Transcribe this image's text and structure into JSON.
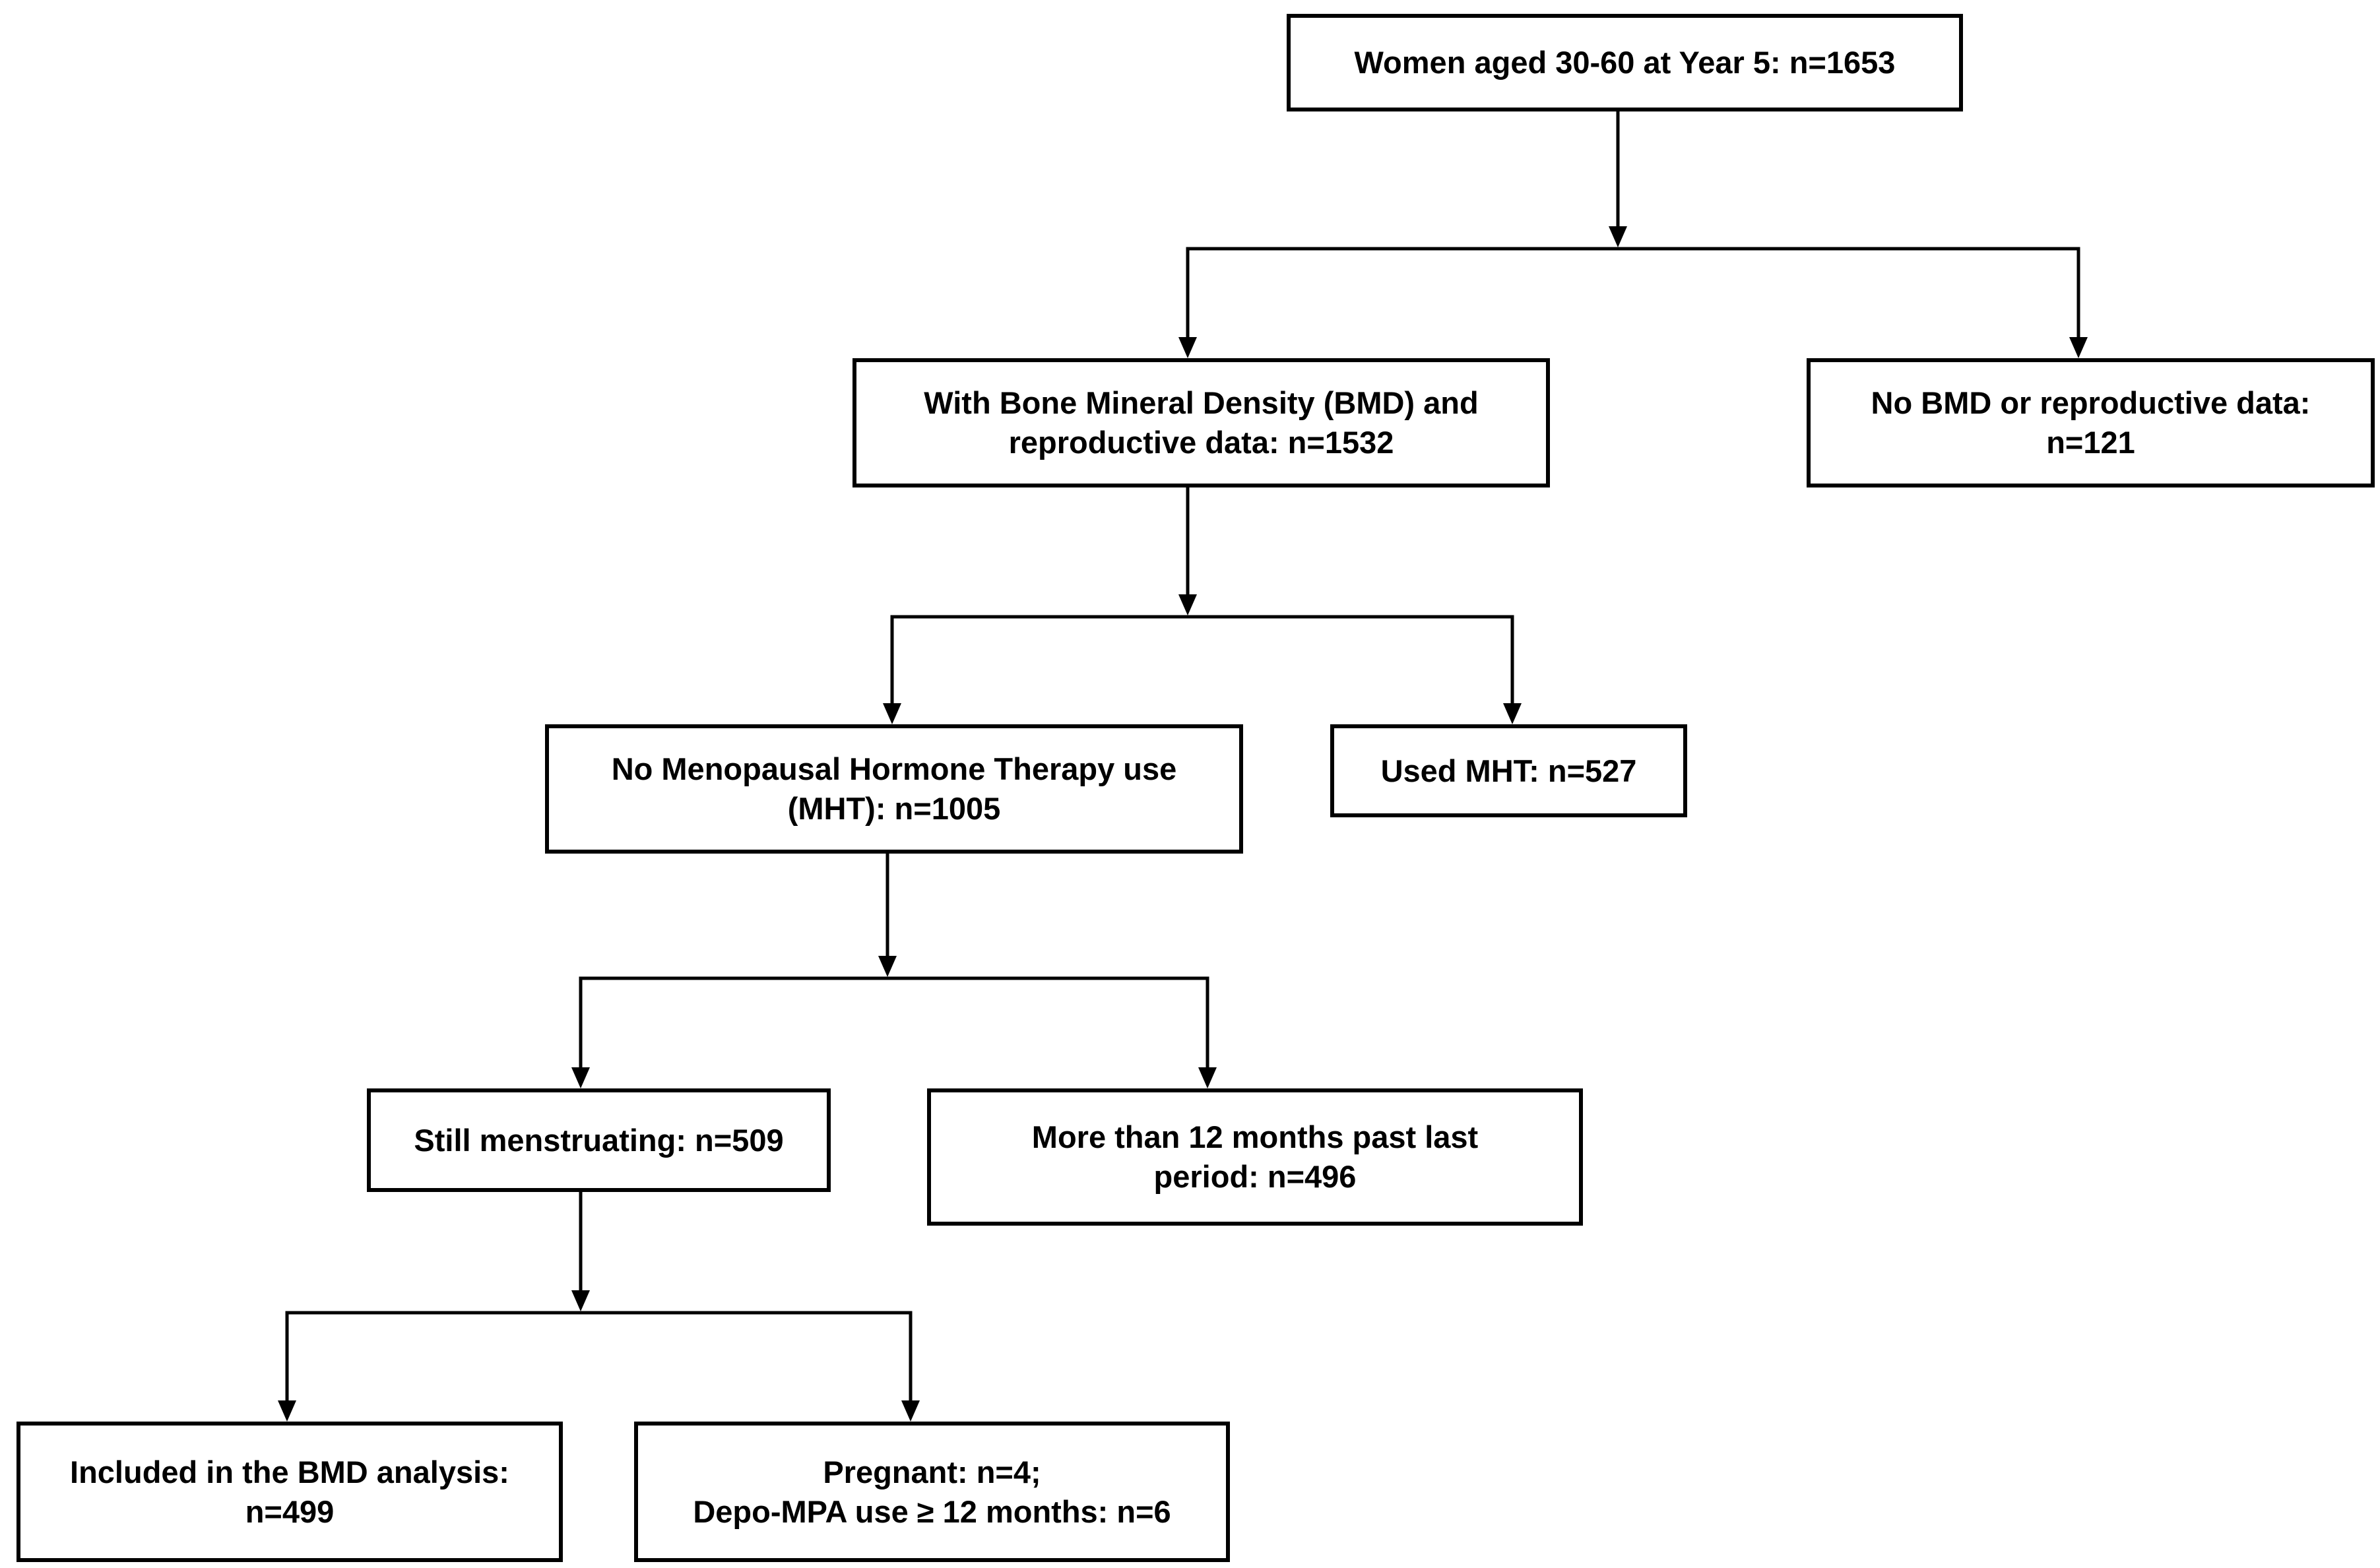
{
  "diagram": {
    "nodes": [
      {
        "id": "n1",
        "label": "Women aged 30-60 at Year 5: n=1653"
      },
      {
        "id": "n2",
        "label": "With Bone Mineral Density (BMD) and\nreproductive data: n=1532"
      },
      {
        "id": "n3",
        "label": "No BMD or reproductive data:\nn=121"
      },
      {
        "id": "n4",
        "label": "No Menopausal Hormone Therapy use\n(MHT): n=1005"
      },
      {
        "id": "n5",
        "label": "Used MHT: n=527"
      },
      {
        "id": "n6",
        "label": "Still menstruating: n=509"
      },
      {
        "id": "n7",
        "label": "More than 12 months past last\nperiod: n=496"
      },
      {
        "id": "n8",
        "label": "Included in the BMD analysis:\nn=499"
      },
      {
        "id": "n9",
        "label": "Pregnant: n=4;\nDepo-MPA use ≥ 12 months: n=6"
      }
    ],
    "edges": [
      {
        "from": "n1",
        "to": "n2"
      },
      {
        "from": "n1",
        "to": "n3"
      },
      {
        "from": "n2",
        "to": "n4"
      },
      {
        "from": "n2",
        "to": "n5"
      },
      {
        "from": "n4",
        "to": "n6"
      },
      {
        "from": "n4",
        "to": "n7"
      },
      {
        "from": "n6",
        "to": "n8"
      },
      {
        "from": "n6",
        "to": "n9"
      }
    ]
  },
  "colors": {
    "stroke": "#000000",
    "background": "#ffffff",
    "text": "#000000"
  }
}
